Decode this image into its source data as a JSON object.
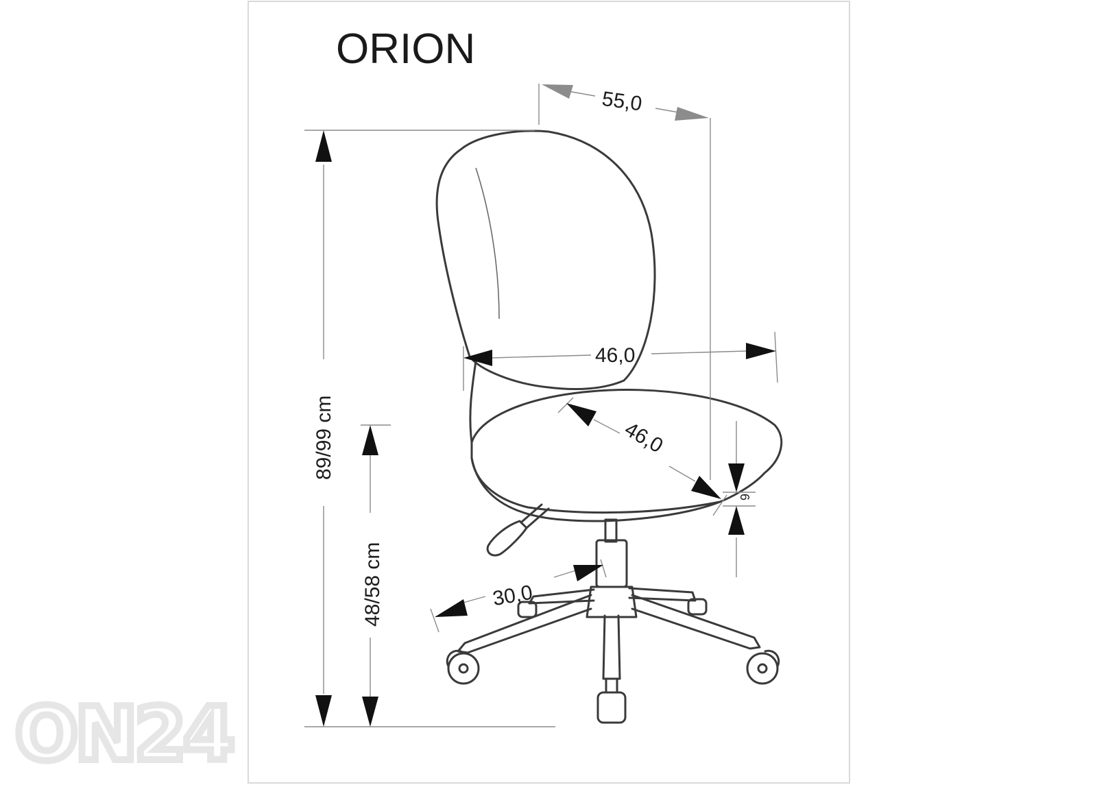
{
  "title": "ORION",
  "watermark": "ON24",
  "dimensions": {
    "width": "55,0",
    "total_height": "89/99 cm",
    "seat_height": "48/58 cm",
    "seat_width": "46,0",
    "seat_depth": "46,0",
    "seat_thickness": "6",
    "base_radius": "30,0"
  },
  "colors": {
    "line": "#3a3a3a",
    "arrow": "#111111",
    "frame": "#d9d9d9",
    "watermark": "#e6e6e6"
  }
}
